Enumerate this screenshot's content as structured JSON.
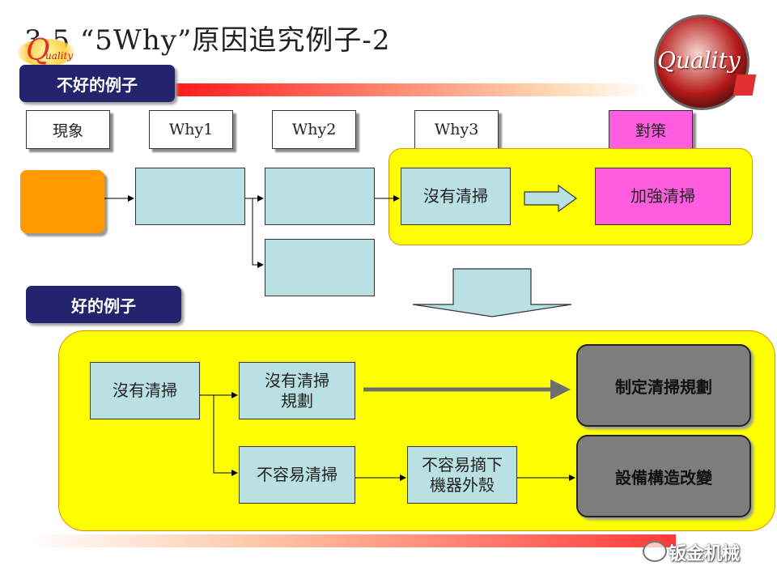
{
  "title": "3.5 “5Why”原因追究例子-2",
  "logo": {
    "brand": "Quality",
    "small_text": "uality"
  },
  "bad_example": {
    "label": "不好的例子",
    "headers": [
      "現象",
      "Why1",
      "Why2",
      "Why3",
      "對策"
    ],
    "why3": "沒有清掃",
    "countermeasure": "加強清掃"
  },
  "good_example": {
    "label": "好的例子",
    "root": "沒有清掃",
    "branch1": "沒有清掃\n規劃",
    "branch2": "不容易清掃",
    "branch2_sub": "不容易摘下\n機器外殼",
    "result1": "制定清掃規劃",
    "result2": "設備構造改變"
  },
  "watermark": "钣金机械",
  "colors": {
    "navy": "#24246e",
    "cyan": "#b9e0e2",
    "yellow": "#ffff00",
    "pink": "#ff5de0",
    "orange": "#ff9900",
    "gray": "#7d7d7d"
  }
}
